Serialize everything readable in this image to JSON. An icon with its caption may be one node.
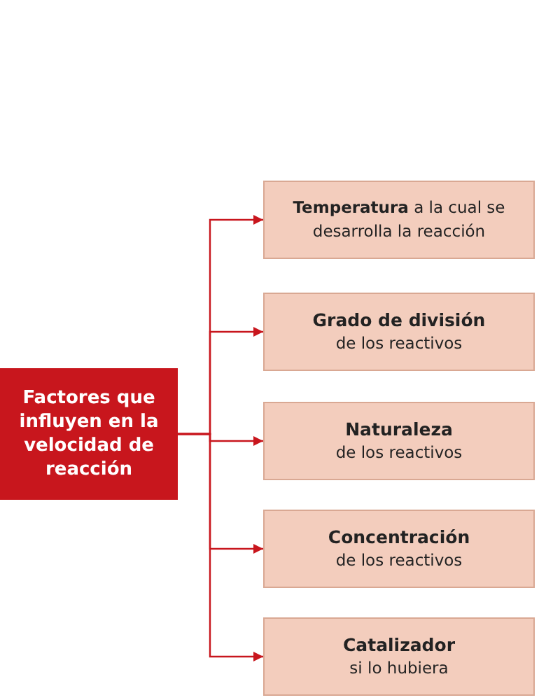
{
  "diagram": {
    "nodes": [
      {
        "text": [
          "Factores que influyen en la velocidad de reacción"
        ]
      },
      {
        "text": [
          "**Temperatura** a la cual se desarrolla la reacción"
        ]
      },
      {
        "text": [
          "Grado de división",
          "de los reactivos"
        ]
      },
      {
        "text": [
          "Naturaleza",
          "de los reactivos"
        ]
      },
      {
        "text": [
          "Concentración",
          "de los reactivos"
        ]
      },
      {
        "text": [
          "Catalizador",
          "si lo hubiera"
        ]
      }
    ],
    "edges": [
      {
        "from": 0,
        "to": 1,
        "arrow": "to"
      },
      {
        "from": 0,
        "to": 2,
        "arrow": "to"
      },
      {
        "from": 0,
        "to": 3,
        "arrow": "to"
      },
      {
        "from": 0,
        "to": 4,
        "arrow": "to"
      },
      {
        "from": 0,
        "to": 5,
        "arrow": "to"
      }
    ]
  }
}
